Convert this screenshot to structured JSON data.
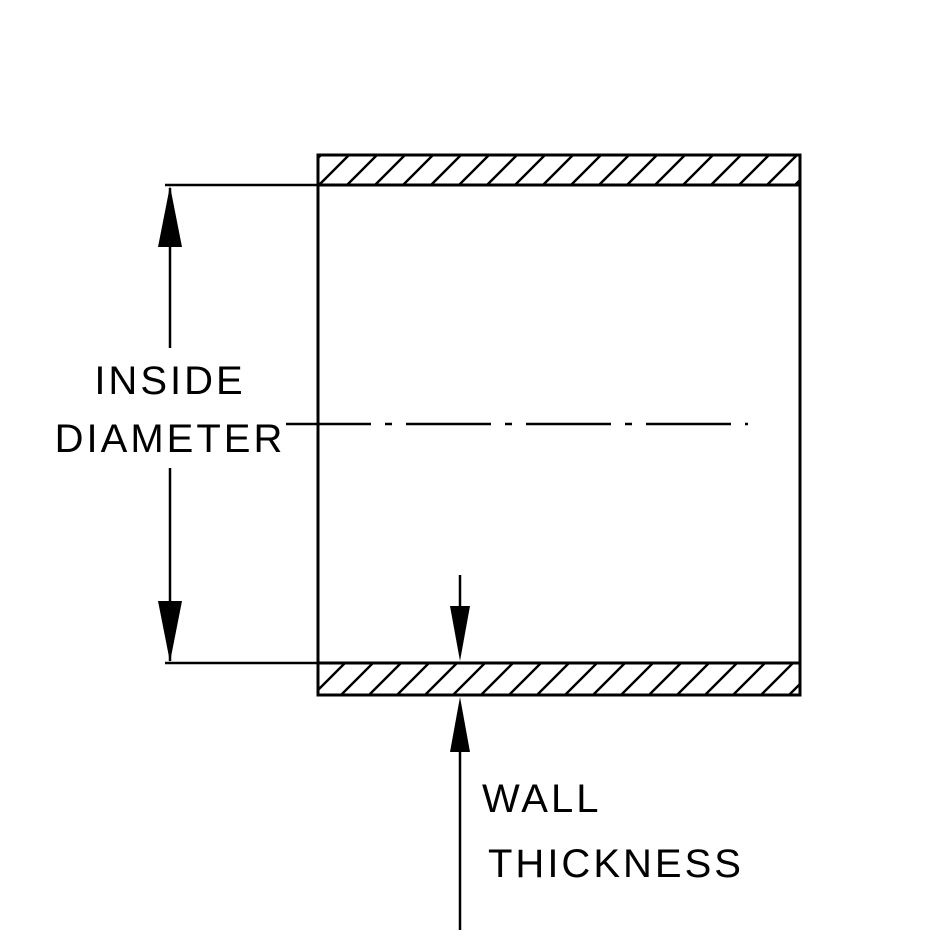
{
  "diagram": {
    "type": "technical-drawing",
    "subject": "hose-coupler-cross-section",
    "labels": {
      "inside_diameter": {
        "line1": "INSIDE",
        "line2": "DIAMETER"
      },
      "wall_thickness": {
        "line1": "WALL",
        "line2": "THICKNESS"
      }
    },
    "colors": {
      "line": "#000000",
      "background": "#ffffff"
    }
  }
}
